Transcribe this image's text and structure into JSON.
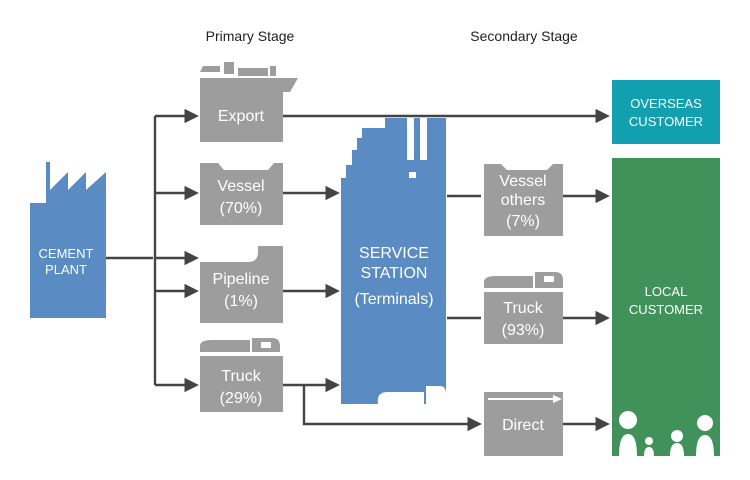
{
  "stages": {
    "primary": "Primary Stage",
    "secondary": "Secondary Stage"
  },
  "plant": {
    "line1": "CEMENT",
    "line2": "PLANT"
  },
  "primary_nodes": {
    "export": {
      "label": "Export"
    },
    "vessel": {
      "label": "Vessel",
      "share": "(70%)"
    },
    "pipeline": {
      "label": "Pipeline",
      "share": "(1%)"
    },
    "truck": {
      "label": "Truck",
      "share": "(29%)"
    }
  },
  "service_station": {
    "line1": "SERVICE",
    "line2": "STATION",
    "line3": "(Terminals)"
  },
  "secondary_nodes": {
    "vessel_others": {
      "line1": "Vessel",
      "line2": "others",
      "share": "(7%)"
    },
    "truck": {
      "label": "Truck",
      "share": "(93%)"
    },
    "direct": {
      "label": "Direct"
    }
  },
  "customers": {
    "overseas": {
      "line1": "OVERSEAS",
      "line2": "CUSTOMER"
    },
    "local": {
      "line1": "LOCAL",
      "line2": "CUSTOMER"
    }
  },
  "colors": {
    "blue": "#5a8bc2",
    "grey": "#9d9d9d",
    "green": "#40915a",
    "teal": "#12a0b0",
    "arrow": "#444444"
  }
}
